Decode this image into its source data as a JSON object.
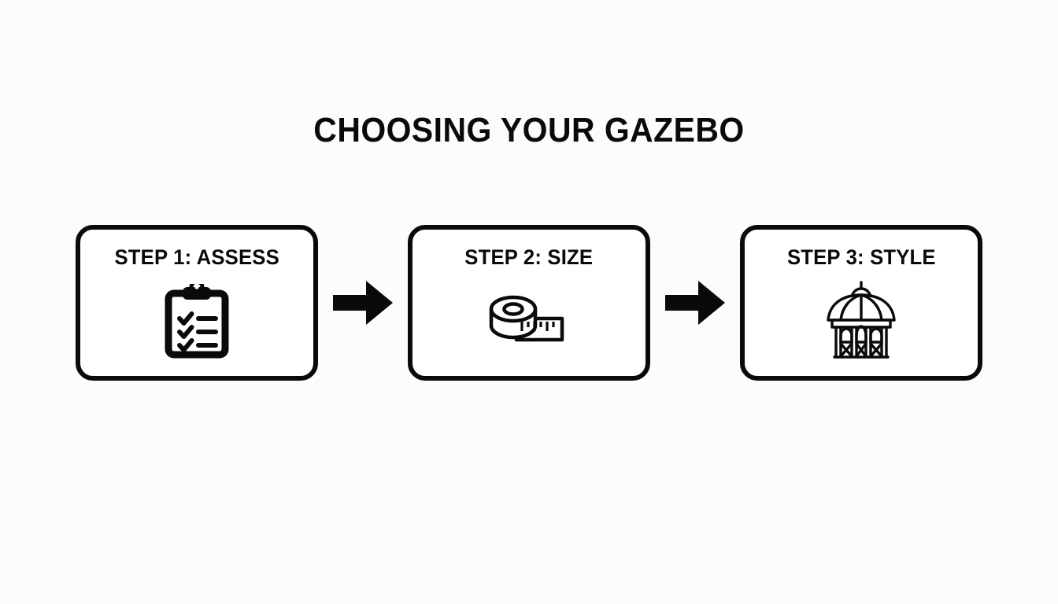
{
  "page": {
    "title": "CHOOSING YOUR GAZEBO",
    "background_color": "#fcfcfc",
    "ink_color": "#0a0a0a",
    "card_fill_color": "#ffffff"
  },
  "flow": {
    "steps": [
      {
        "label": "STEP 1: ASSESS",
        "icon": "clipboard-checklist-icon",
        "icon_description": "clipboard with three checkmarked list lines"
      },
      {
        "label": "STEP 2: SIZE",
        "icon": "tape-measure-icon",
        "icon_description": "rolled measuring tape with ruler tick marks"
      },
      {
        "label": "STEP 3: STYLE",
        "icon": "gazebo-icon",
        "icon_description": "domed gazebo with columns, arches and lattice railing"
      }
    ],
    "connectors": [
      {
        "icon": "arrow-right-icon"
      },
      {
        "icon": "arrow-right-icon"
      }
    ]
  }
}
